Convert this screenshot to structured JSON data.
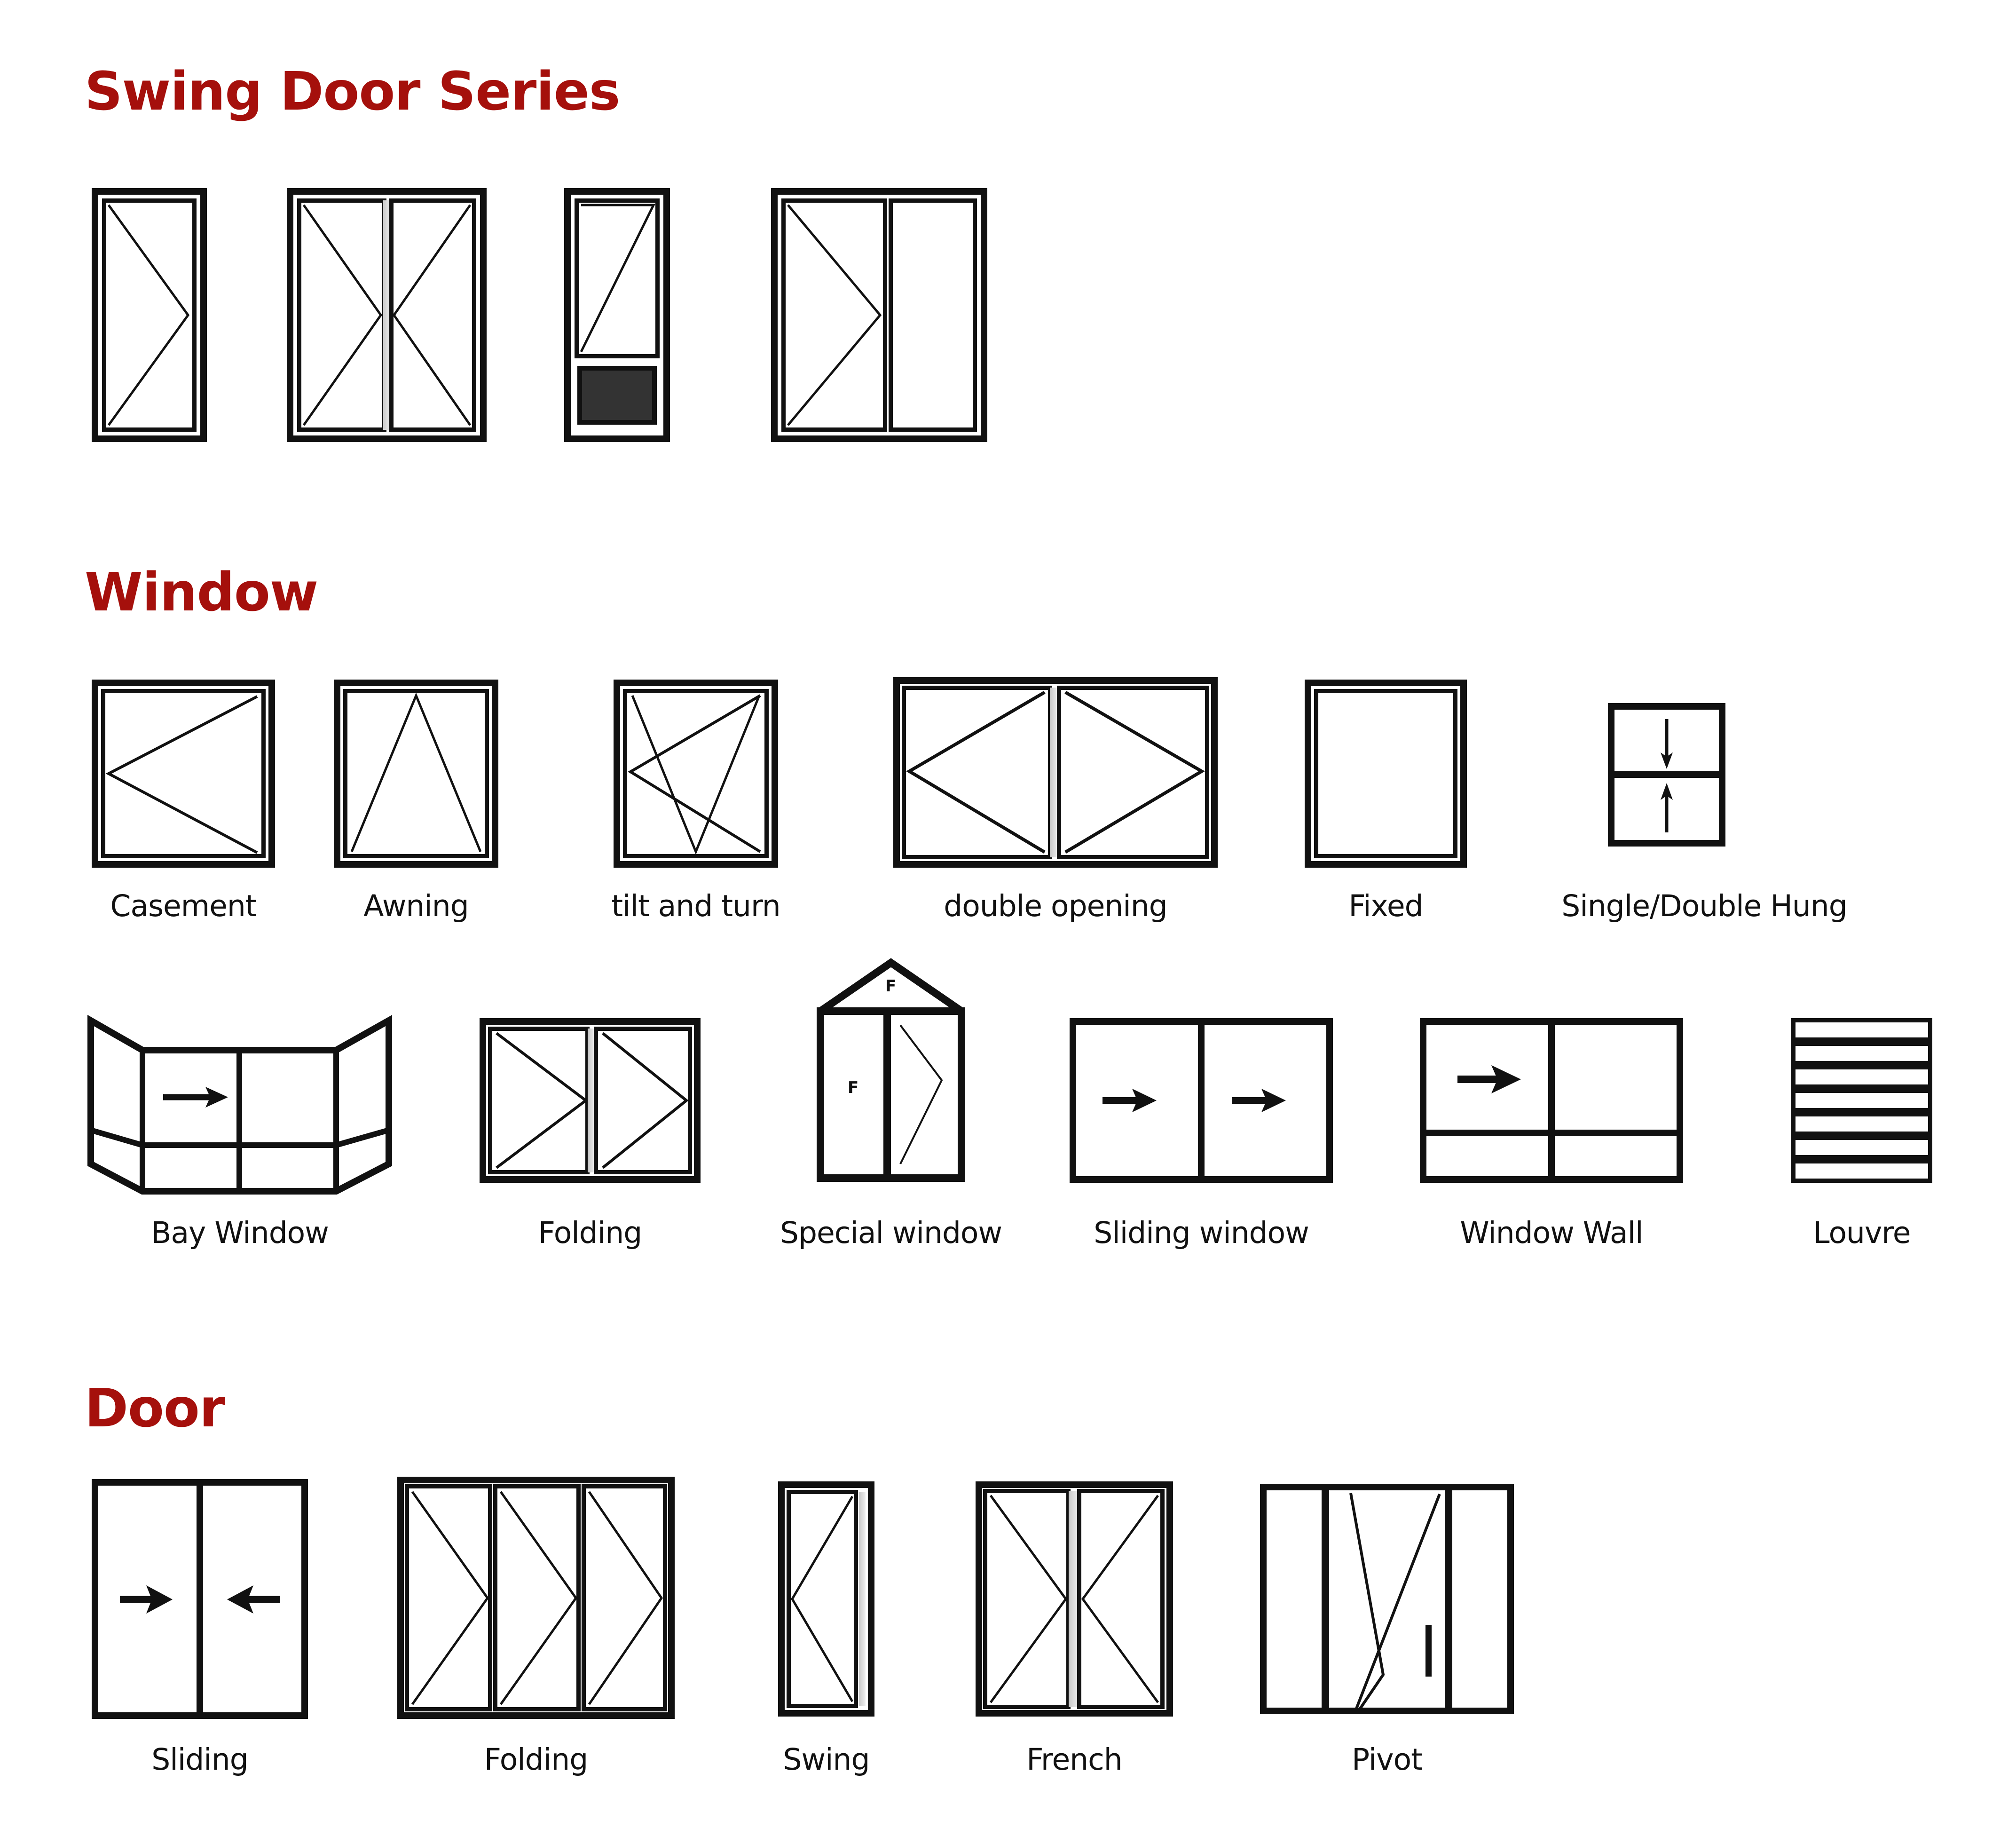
{
  "page": {
    "background": "#ffffff",
    "heading_color": "#A5100C",
    "line_color": "#111111"
  },
  "sections": [
    {
      "id": "swing-door-series",
      "title": "Swing Door Series",
      "items": [
        {
          "name": "single-swing-door",
          "label": "",
          "panels": 1,
          "marks": [
            "hinge-right"
          ]
        },
        {
          "name": "double-swing-door",
          "label": "",
          "panels": 2,
          "marks": [
            "hinge-right",
            "hinge-left"
          ]
        },
        {
          "name": "swing-door-with-kickplate",
          "label": "",
          "panels": 1,
          "marks": [
            "hinge-right",
            "solid-bottom-panel"
          ]
        },
        {
          "name": "swing-door-with-sidelite",
          "label": "",
          "panels": 2,
          "marks": [
            "hinge-right",
            "fixed"
          ]
        }
      ]
    },
    {
      "id": "window",
      "title": "Window",
      "rows": [
        [
          {
            "name": "casement",
            "label": "Casement",
            "symbol": "hinge-left-triangle"
          },
          {
            "name": "awning",
            "label": "Awning",
            "symbol": "awning-v-up"
          },
          {
            "name": "tilt-and-turn",
            "label": "tilt and turn",
            "symbol": "tilt-turn-combined"
          },
          {
            "name": "double-opening",
            "label": "double opening",
            "symbol": "mirrored-casement-pair"
          },
          {
            "name": "fixed",
            "label": "Fixed",
            "symbol": "empty-frame"
          },
          {
            "name": "single-double-hung",
            "label": "Single/Double Hung",
            "symbol": "arrow-down-arrow-up"
          }
        ],
        [
          {
            "name": "bay-window",
            "label": "Bay Window",
            "symbol": "angled-bay-arrow-right"
          },
          {
            "name": "folding-window",
            "label": "Folding",
            "symbol": "two-panel-hinge-right"
          },
          {
            "name": "special-window",
            "label": "Special window",
            "symbol": "gable-top-fixed-casement",
            "marks": [
              "F",
              "F"
            ]
          },
          {
            "name": "sliding-window",
            "label": "Sliding window",
            "symbol": "two-arrows-right"
          },
          {
            "name": "window-wall",
            "label": "Window Wall",
            "symbol": "grid-2x2-arrow-right"
          },
          {
            "name": "louvre",
            "label": "Louvre",
            "symbol": "horizontal-slats",
            "slats": 7
          }
        ]
      ]
    },
    {
      "id": "door",
      "title": "Door",
      "items": [
        {
          "name": "sliding-door",
          "label": "Sliding",
          "symbol": "arrow-right-arrow-left"
        },
        {
          "name": "folding-door",
          "label": "Folding",
          "symbol": "three-panel-hinge-right"
        },
        {
          "name": "swing-door",
          "label": "Swing",
          "symbol": "hinge-left-triangle"
        },
        {
          "name": "french-door",
          "label": "French",
          "symbol": "mirrored-hinge-pair"
        },
        {
          "name": "pivot-door",
          "label": "Pivot",
          "symbol": "pivot-x-with-handle"
        }
      ]
    }
  ]
}
